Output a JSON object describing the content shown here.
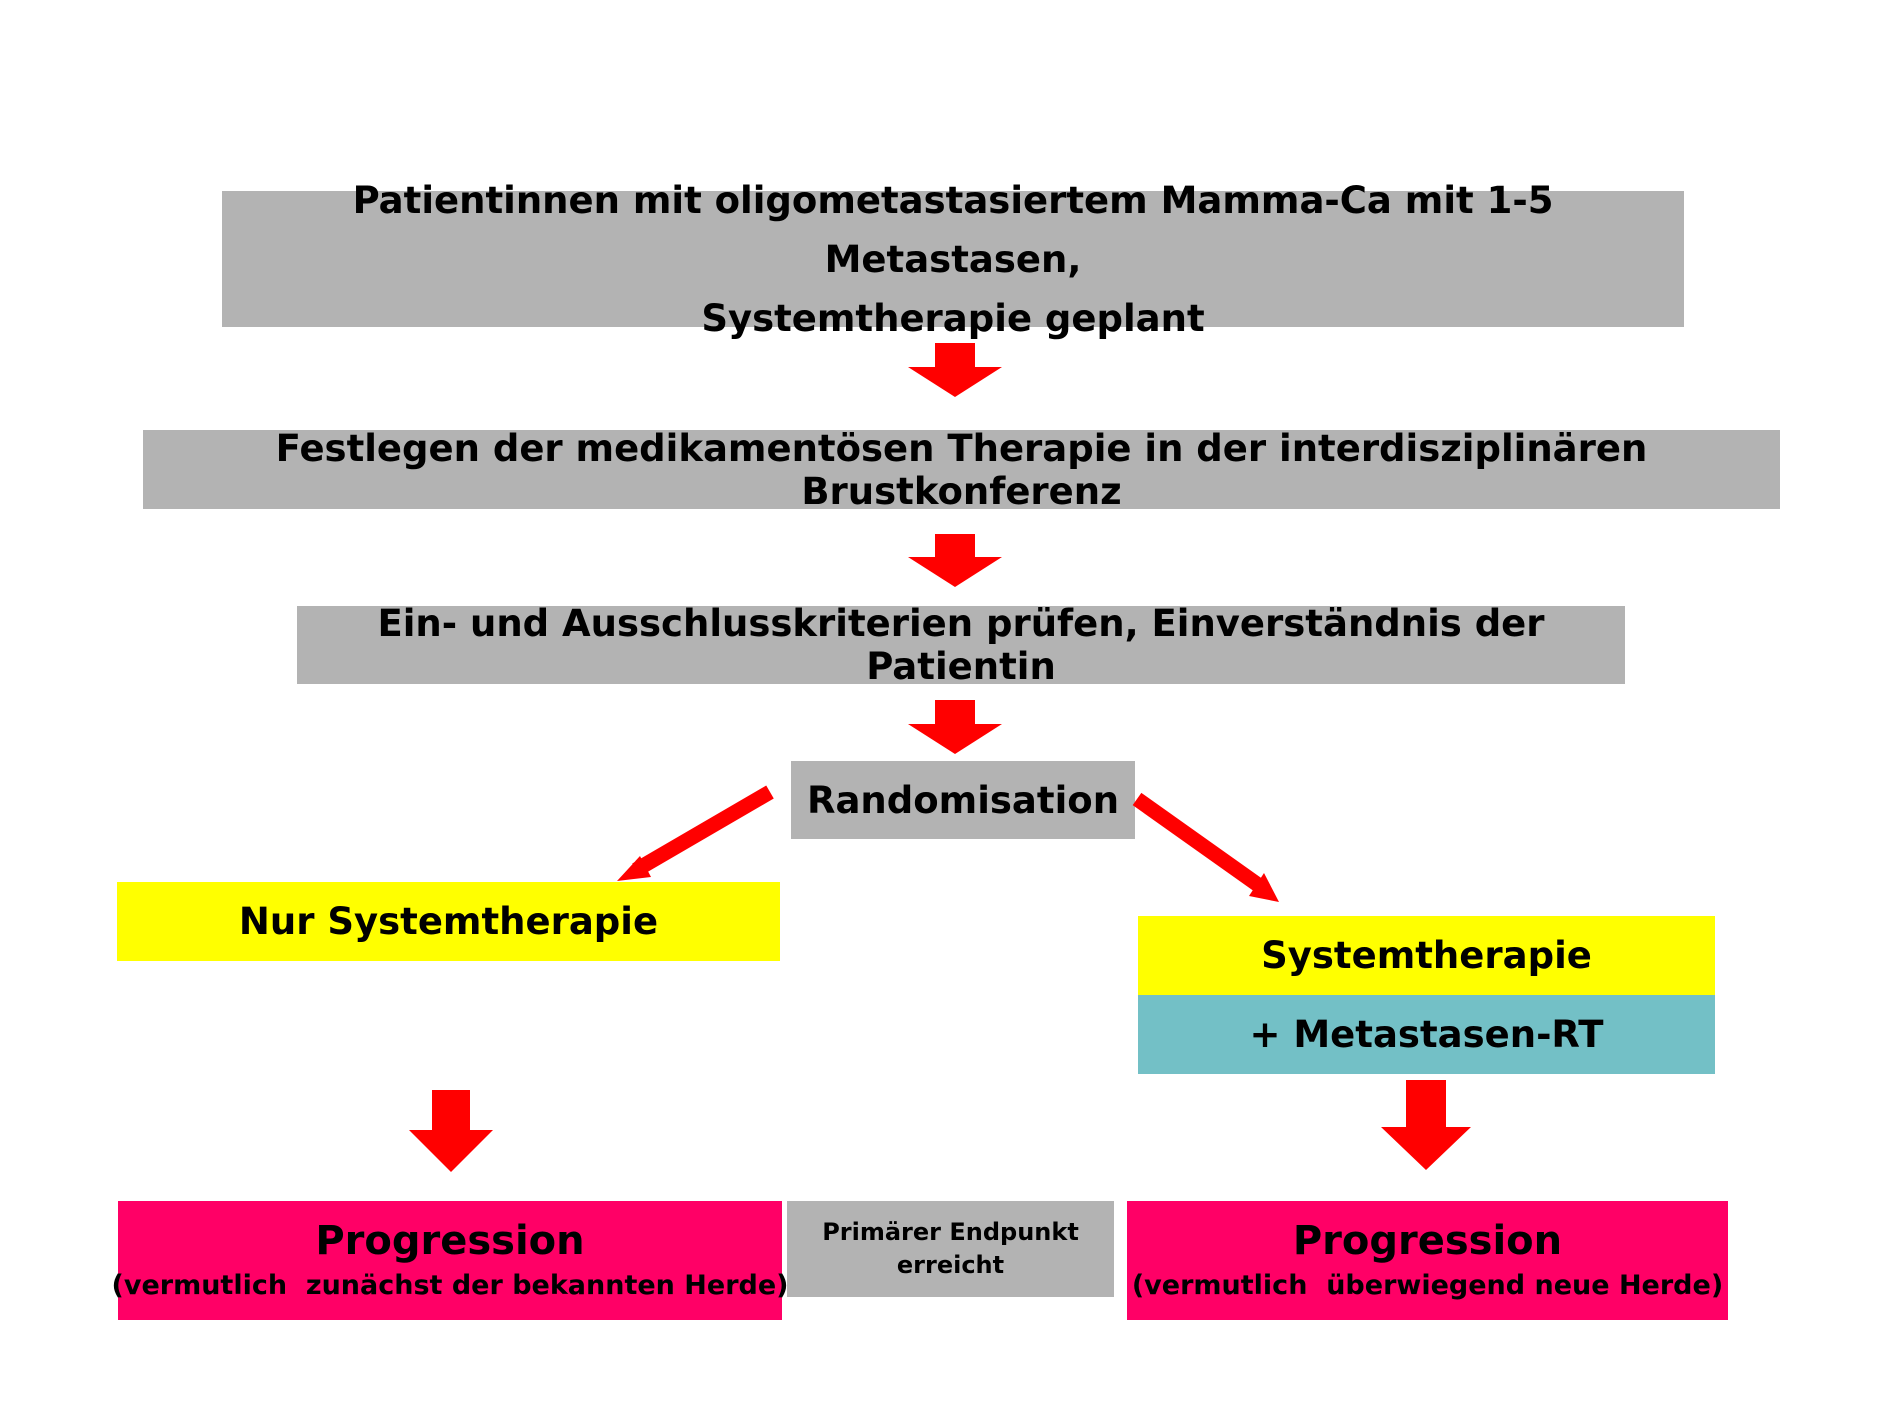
{
  "colors": {
    "grey_box": "#b3b3b3",
    "yellow_box": "#ffff00",
    "teal_box": "#73c0c6",
    "pink_box": "#ff0066",
    "arrow": "#ff0000"
  },
  "flow": {
    "step1_line1": "Patientinnen mit oligometastasiertem Mamma-Ca mit  1-5 Metastasen,",
    "step1_line2": "Systemtherapie geplant",
    "step2": "Festlegen der medikamentösen Therapie in der interdisziplinären Brustkonferenz",
    "step3": "Ein- und Ausschlusskriterien prüfen, Einverständnis der Patientin",
    "randomization": "Randomisation"
  },
  "arms": {
    "left": {
      "treatment": "Nur Systemtherapie",
      "outcome_title": "Progression",
      "outcome_note": "(vermutlich  zunächst der bekannten Herde)"
    },
    "right": {
      "treatment": "Systemtherapie",
      "treatment_addon": "+ Metastasen-RT",
      "outcome_title": "Progression",
      "outcome_note": "(vermutlich  überwiegend neue Herde)"
    }
  },
  "endpoint": {
    "line1": "Primärer Endpunkt",
    "line2": "erreicht"
  },
  "arrow_icon": "down-arrow-icon"
}
